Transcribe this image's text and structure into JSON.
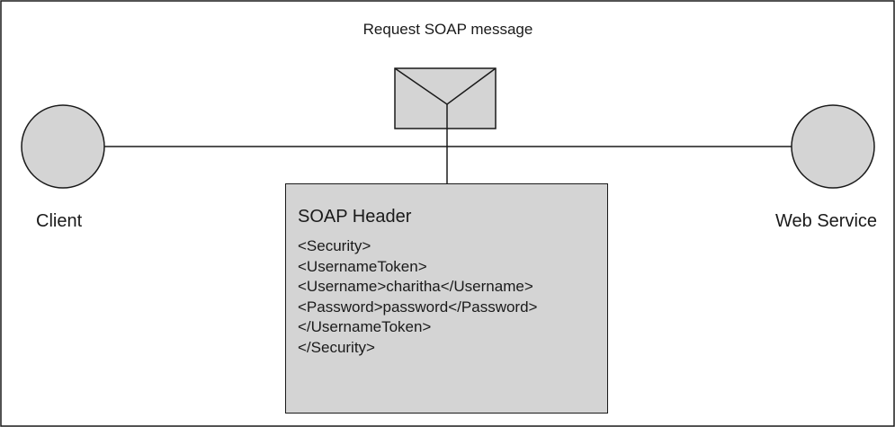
{
  "message_label": "Request SOAP message",
  "client_label": "Client",
  "service_label": "Web Service",
  "header": {
    "title": "SOAP Header",
    "lines": [
      "<Security>",
      "<UsernameToken>",
      "<Username>charitha</Username>",
      "<Password>password</Password>",
      "</UsernameToken>",
      "</Security>"
    ]
  },
  "colors": {
    "node_fill": "#d4d4d4",
    "box_fill": "#d4d4d4",
    "line": "#1a1a1a"
  }
}
